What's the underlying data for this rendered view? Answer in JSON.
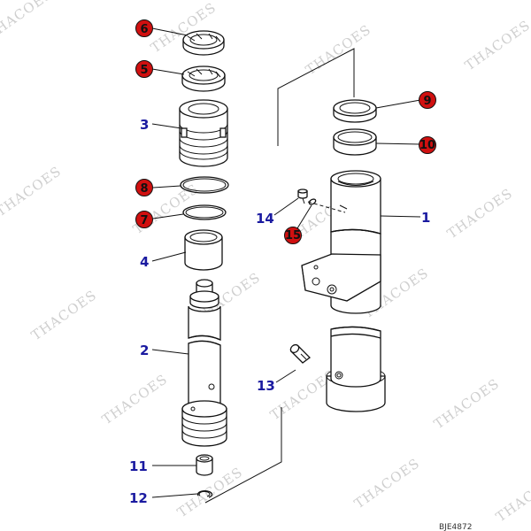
{
  "diagram": {
    "watermark": "THACOES",
    "drawing_code": "BJE4872",
    "colors": {
      "callout_red": "#d01010",
      "label_blue": "#1a1aa0",
      "watermark_gray": "#cfcfcf"
    },
    "callouts": [
      {
        "id": "1",
        "style": "plain"
      },
      {
        "id": "2",
        "style": "plain"
      },
      {
        "id": "3",
        "style": "plain"
      },
      {
        "id": "4",
        "style": "plain"
      },
      {
        "id": "5",
        "style": "circle"
      },
      {
        "id": "6",
        "style": "circle"
      },
      {
        "id": "7",
        "style": "circle"
      },
      {
        "id": "8",
        "style": "circle"
      },
      {
        "id": "9",
        "style": "circle"
      },
      {
        "id": "10",
        "style": "circle"
      },
      {
        "id": "11",
        "style": "plain"
      },
      {
        "id": "12",
        "style": "plain"
      },
      {
        "id": "13",
        "style": "plain"
      },
      {
        "id": "14",
        "style": "plain"
      },
      {
        "id": "15",
        "style": "circle"
      }
    ]
  }
}
